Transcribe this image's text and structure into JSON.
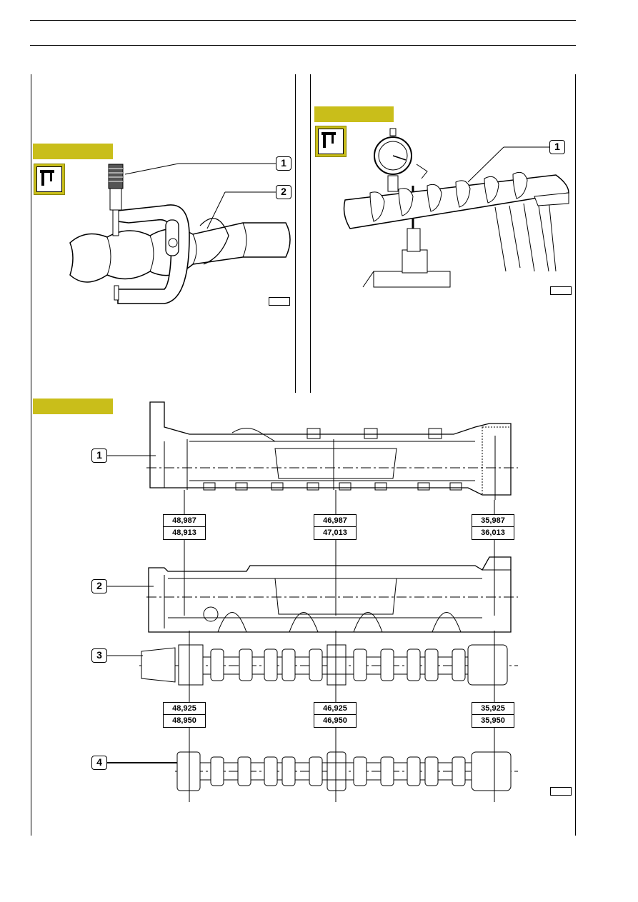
{
  "figure1": {
    "callouts": [
      "1",
      "2"
    ]
  },
  "figure2": {
    "callouts": [
      "1"
    ]
  },
  "figure3": {
    "callouts": [
      "1",
      "2",
      "3",
      "4"
    ],
    "housing_dims": [
      {
        "max": "48,987",
        "min": "48,913"
      },
      {
        "max": "46,987",
        "min": "47,013"
      },
      {
        "max": "35,987",
        "min": "36,013"
      }
    ],
    "shaft_dims": [
      {
        "max": "48,925",
        "min": "48,950"
      },
      {
        "max": "46,925",
        "min": "46,950"
      },
      {
        "max": "35,925",
        "min": "35,950"
      }
    ]
  },
  "colors": {
    "accent": "#c9be1a"
  },
  "icons": [
    "micrometer-icon",
    "dial-gauge-icon"
  ]
}
